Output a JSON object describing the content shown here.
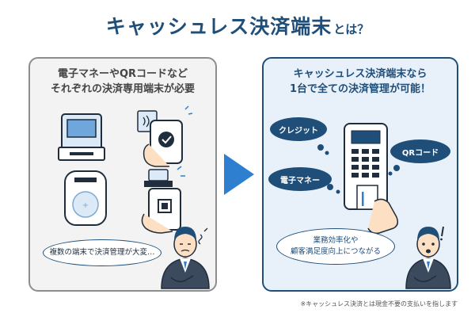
{
  "title": {
    "main": "キャッシュレス決済端末",
    "sub": "とは？"
  },
  "left_panel": {
    "heading_line1": "電子マネーやQRコードなど",
    "heading_line2": "それぞれの決済専用端末が必要",
    "speech": "複数の端末で決済管理が大変…"
  },
  "right_panel": {
    "heading_line1": "キャッシュレス決済端末なら",
    "heading_line2": "1台で全ての決済管理が可能！",
    "bubble_credit": "クレジット",
    "bubble_qr": "QRコード",
    "bubble_emoney": "電子マネー",
    "speech_line1": "業務効率化や",
    "speech_line2": "顧客満足度向上につながる"
  },
  "footnote": "※キャッシュレス決済とは現金不要の支払いを指します",
  "colors": {
    "navy": "#1f4e79",
    "arrow_blue": "#2f7fd1",
    "left_bg": "#f3f3f3",
    "right_bg": "#e8f1fa"
  },
  "icons": [
    "atm-terminal-icon",
    "smartphone-tap-pay-icon",
    "contactless-reader-icon",
    "smartphone-qr-scan-icon",
    "card-payment-terminal-icon",
    "worried-businessman-icon",
    "surprised-businessman-icon",
    "right-arrow-icon"
  ]
}
